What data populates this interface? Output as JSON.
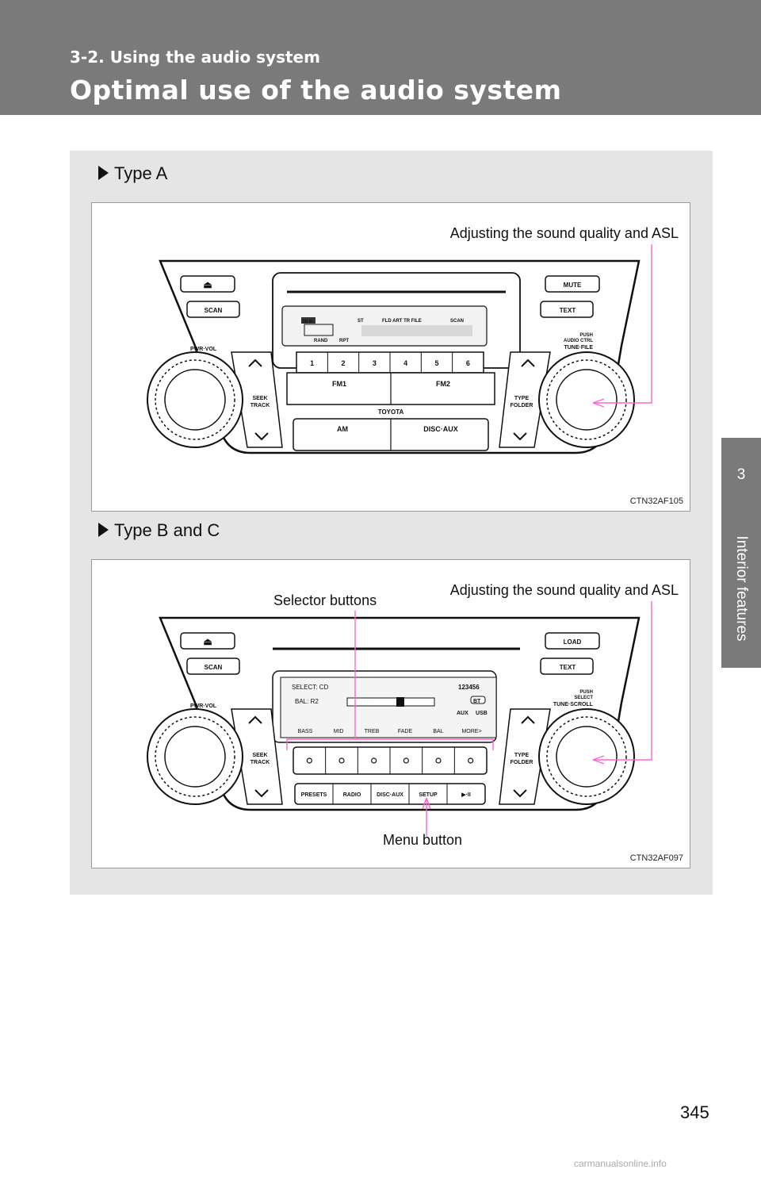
{
  "header": {
    "section": "3-2. Using the audio system",
    "title": "Optimal use of the audio system"
  },
  "side_tab": {
    "chapter_number": "3",
    "chapter_label": "Interior features"
  },
  "figure_a": {
    "heading": "Type A",
    "callout_adjust": "Adjusting the sound quality and ASL",
    "code": "CTN32AF105",
    "panel": {
      "eject": "⏏",
      "scan": "SCAN",
      "mute": "MUTE",
      "text": "TEXT",
      "pwr_vol": "PWR·VOL",
      "push": "PUSH",
      "audio_ctrl": "AUDIO CTRL",
      "tune_file": "TUNE·FILE",
      "presets": [
        "1",
        "2",
        "3",
        "4",
        "5",
        "6"
      ],
      "fm1": "FM1",
      "fm2": "FM2",
      "brand": "TOYOTA",
      "am": "AM",
      "disc_aux": "DISC·AUX",
      "seek": "SEEK",
      "track": "TRACK",
      "type": "TYPE",
      "folder": "FOLDER",
      "display_cd": "CD IN",
      "display_st": "ST",
      "display_fld": "FLD  ART  TR  FILE",
      "display_scan": "SCAN",
      "display_rand": "RAND",
      "display_rpt": "RPT"
    }
  },
  "figure_b": {
    "heading": "Type B and C",
    "callout_selector": "Selector buttons",
    "callout_adjust": "Adjusting the sound quality and ASL",
    "callout_menu": "Menu button",
    "code": "CTN32AF097",
    "panel": {
      "eject": "⏏",
      "scan": "SCAN",
      "load": "LOAD",
      "text": "TEXT",
      "pwr_vol": "PWR·VOL",
      "push": "PUSH",
      "select": "SELECT",
      "tune_scroll": "TUNE·SCROLL",
      "display_select": "SELECT: CD",
      "display_bal": "BAL: R2",
      "display_nums": "123456",
      "display_bt": "BT",
      "display_aux": "AUX",
      "display_usb": "USB",
      "tabs": [
        "BASS",
        "MID",
        "TREB",
        "FADE",
        "BAL",
        "MORE>"
      ],
      "bottom_buttons": [
        "PRESETS",
        "RADIO",
        "DISC·AUX",
        "SETUP",
        "▶·II"
      ],
      "seek": "SEEK",
      "track": "TRACK",
      "type": "TYPE",
      "folder": "FOLDER"
    }
  },
  "page_number": "345",
  "watermark": "carmanualsonline.info",
  "colors": {
    "header_bg": "#7a7a7a",
    "content_bg": "#e5e5e5",
    "callout_line": "#ff66cc"
  }
}
